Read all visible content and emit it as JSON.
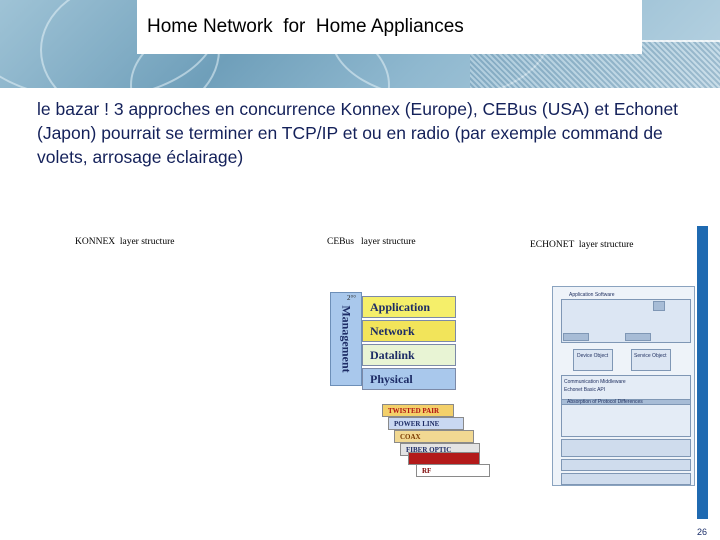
{
  "slide": {
    "title": "Home Network  for  Home Appliances",
    "body": "le bazar !  3 approches en concurrence Konnex (Europe), CEBus (USA) et Echonet (Japon) pourrait se terminer en TCP/IP  et ou en radio (par exemple command de volets, arrosage éclairage)",
    "page_number": "26"
  },
  "figure": {
    "captions": {
      "konnex": "KONNEX  layer structure",
      "cebus": "CEBus   layer structure",
      "echonet": "ECHONET  layer structure"
    },
    "cebus": {
      "management_label": "Management",
      "small_label": "2°°",
      "layers": [
        {
          "label": "Application",
          "color": "#f5ef6a"
        },
        {
          "label": "Network",
          "color": "#f2e45a"
        },
        {
          "label": "Datalink",
          "color": "#e8f4d4"
        },
        {
          "label": "Physical",
          "color": "#a9c8ec"
        }
      ],
      "media": [
        {
          "label": "TWISTED PAIR",
          "color": "#f3d06a",
          "text_color": "#b01010"
        },
        {
          "label": "POWER LINE",
          "color": "#c9d8f2",
          "text_color": "#1d2c66"
        },
        {
          "label": "COAX",
          "color": "#f1d892",
          "text_color": "#7a3a00"
        },
        {
          "label": "FIBER OPTIC",
          "color": "#e3e3e3",
          "text_color": "#1d2c66"
        },
        {
          "label": "",
          "color": "#b31a1a",
          "text_color": "#ffffff"
        },
        {
          "label": "RF",
          "color": "#ffffff",
          "text_color": "#7a0000"
        }
      ]
    },
    "echonet": {
      "header": "Application Software",
      "labels": [
        "Device Object",
        "Service Object",
        "Communication Middleware",
        "Echonet Basic API",
        "Absorption of Protocol Differences"
      ]
    }
  }
}
